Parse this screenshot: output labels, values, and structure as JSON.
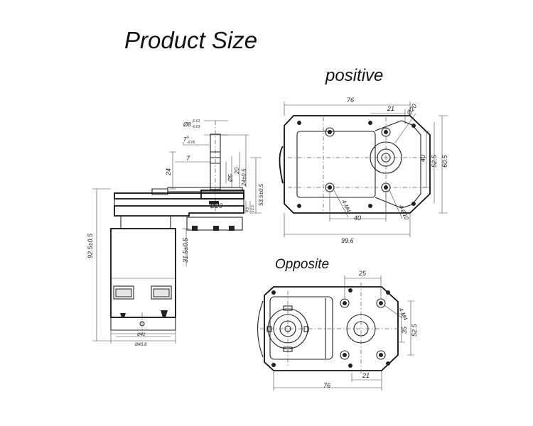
{
  "titles": {
    "main": "Product Size",
    "positive": "positive",
    "opposite": "Opposite"
  },
  "side_view": {
    "shaft_dia": "Ø8",
    "shaft_tol_top": "-0.01",
    "shaft_tol_bottom": "-0.03",
    "flat_width": "7",
    "flat_tol": "0",
    "flat_tol_bottom": "-0.05",
    "dim_7": "7",
    "dim_24": "24",
    "dim_5": "Ø5",
    "dim_20": "20",
    "dim_24_05": "24±0.5",
    "dim_53_5": "53.5±0.5",
    "dim_d20": "Ø20",
    "dim_4_5": "4.5",
    "dim_10_5": "10.5",
    "dim_92_5": "92.5±0.5",
    "dim_31_5": "31.5±0.5",
    "dim_42": "Ø42",
    "dim_43_8": "Ø43.8"
  },
  "positive_view": {
    "dim_76": "76",
    "dim_21": "21",
    "dim_d20": "Ø20",
    "dim_40_v": "40",
    "dim_52_5": "52.5",
    "dim_60_5": "60.5",
    "dim_m4": "4-M4",
    "dim_40_h": "40",
    "dim_d10": "4-Ø10",
    "dim_99_6": "99.6"
  },
  "opposite_view": {
    "dim_25": "25",
    "dim_m4": "4-M4",
    "dim_35": "35",
    "dim_52_5": "52.5",
    "dim_76": "76",
    "dim_21": "21"
  }
}
